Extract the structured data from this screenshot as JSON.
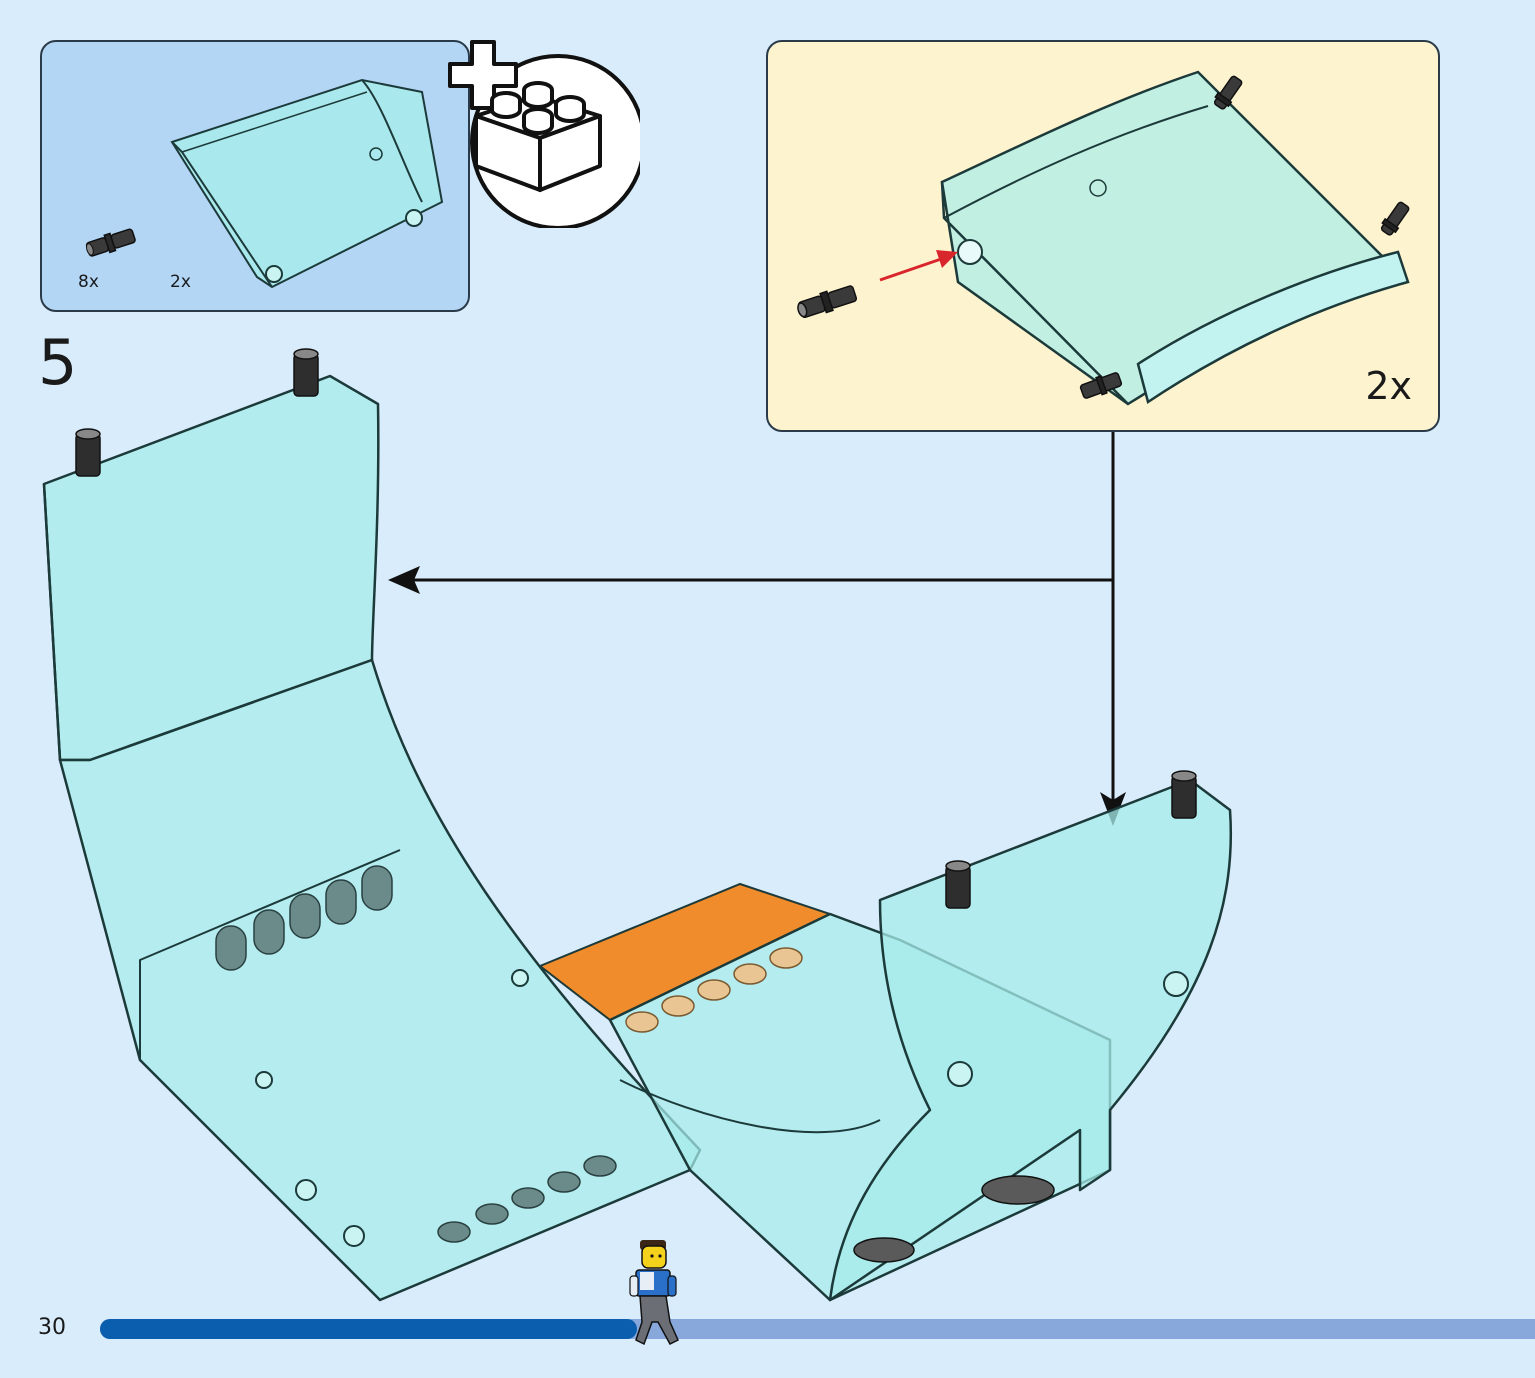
{
  "parts": {
    "items": [
      {
        "name": "black-pin",
        "quantity": "8x"
      },
      {
        "name": "trans-light-blue-curved-panel",
        "quantity": "2x"
      }
    ],
    "new_badge_icon": "brick-with-plus-icon"
  },
  "sub_assembly": {
    "quantity": "2x",
    "arrow_color": "#d9262c"
  },
  "step": {
    "number": "5"
  },
  "footer": {
    "page_number": "30",
    "progress": 0.37
  },
  "colors": {
    "background": "#d8ecfb",
    "parts_panel": "#b3d6f5",
    "sub_assembly_panel": "#fef3cf",
    "trans_light_blue": "#a6ecea",
    "orange_tile": "#f08c2b",
    "progress_done": "#0b5ead",
    "progress_remaining": "#88a8dc"
  }
}
